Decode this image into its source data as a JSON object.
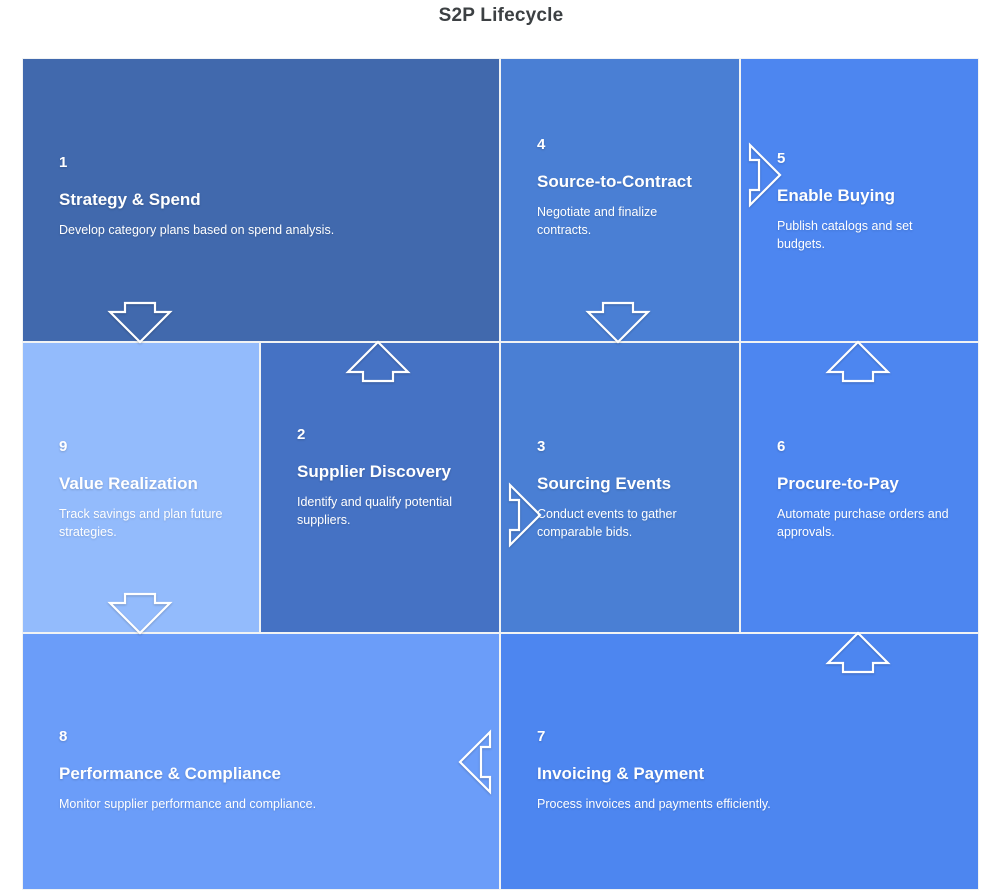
{
  "title": "S2P Lifecycle",
  "colors": {
    "cell1": "#4169ad",
    "cell2": "#4572c4",
    "cell3": "#4a7fd4",
    "cell4": "#4a7fd4",
    "cell5": "#4d86f0",
    "cell6": "#4d86f0",
    "cell7": "#4d86f0",
    "cell8": "#6b9df9",
    "cell9": "#93bbfc",
    "title_text": "#3c4043",
    "cell_text": "#ffffff",
    "divider": "#f1f3f4",
    "arrow_stroke": "#ffffff",
    "background": "#ffffff"
  },
  "stages": [
    {
      "number": "1",
      "name": "Strategy & Spend",
      "description": "Develop category plans based on spend analysis."
    },
    {
      "number": "2",
      "name": "Supplier Discovery",
      "description": "Identify and qualify potential suppliers."
    },
    {
      "number": "3",
      "name": "Sourcing Events",
      "description": "Conduct events to gather comparable bids."
    },
    {
      "number": "4",
      "name": "Source-to-Contract",
      "description": "Negotiate and finalize contracts."
    },
    {
      "number": "5",
      "name": "Enable Buying",
      "description": "Publish catalogs and set budgets."
    },
    {
      "number": "6",
      "name": "Procure-to-Pay",
      "description": "Automate purchase orders and approvals."
    },
    {
      "number": "7",
      "name": "Invoicing & Payment",
      "description": "Process invoices and payments efficiently."
    },
    {
      "number": "8",
      "name": "Performance & Compliance",
      "description": "Monitor supplier performance and compliance."
    },
    {
      "number": "9",
      "name": "Value Realization",
      "description": "Track savings and plan future strategies."
    }
  ],
  "connectors": [
    {
      "from": "9",
      "to": "1",
      "direction": "up"
    },
    {
      "from": "1",
      "to": "2",
      "direction": "down"
    },
    {
      "from": "2",
      "to": "3",
      "direction": "right"
    },
    {
      "from": "3",
      "to": "4",
      "direction": "up"
    },
    {
      "from": "4",
      "to": "5",
      "direction": "right"
    },
    {
      "from": "5",
      "to": "6",
      "direction": "down"
    },
    {
      "from": "6",
      "to": "7",
      "direction": "down"
    },
    {
      "from": "7",
      "to": "8",
      "direction": "left"
    },
    {
      "from": "8",
      "to": "9",
      "direction": "up"
    }
  ]
}
